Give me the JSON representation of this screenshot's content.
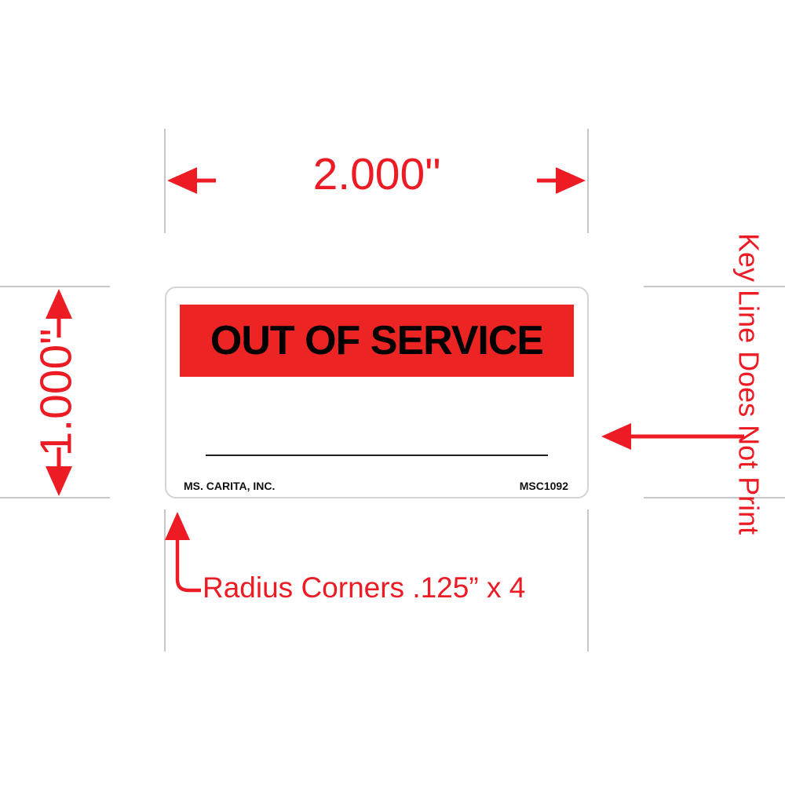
{
  "dimension_callouts": {
    "width": "2.000\"",
    "height": "1.000\""
  },
  "notes": {
    "keyline": "Key Line Does Not Print",
    "radius_corners": "Radius Corners .125” x 4"
  },
  "label": {
    "title": "OUT OF SERVICE",
    "footer_left": "MS. CARITA, INC.",
    "footer_right": "MSC1092"
  },
  "colors": {
    "annotation_red": "#ec1b24",
    "label_band_red": "#ed2424",
    "keyline_gray": "#c7c7c7",
    "label_text_black": "#000000"
  }
}
